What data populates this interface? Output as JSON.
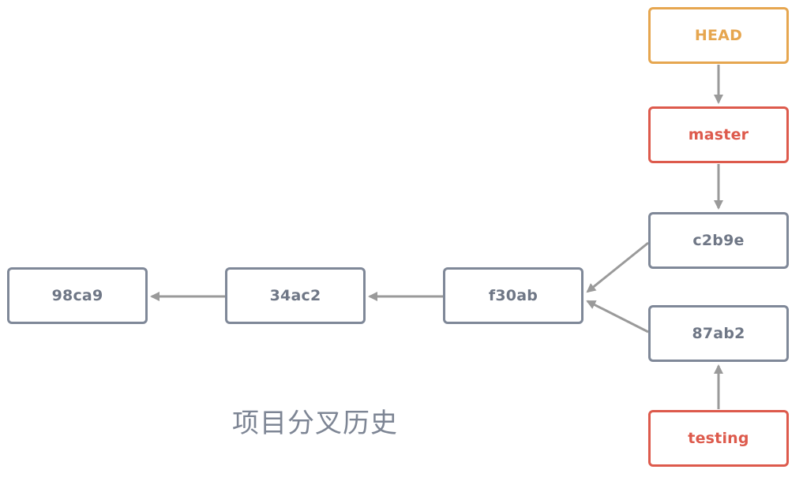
{
  "colors": {
    "commit_border": "#7f8898",
    "commit_text": "#6f7786",
    "head_color": "#e6a64f",
    "branch_color": "#dd5a4c",
    "arrow_color": "#9a9a9a",
    "caption_color": "#7d8594"
  },
  "nodes": {
    "head": "HEAD",
    "master": "master",
    "testing": "testing",
    "commit_c2b9e": "c2b9e",
    "commit_87ab2": "87ab2",
    "commit_f30ab": "f30ab",
    "commit_34ac2": "34ac2",
    "commit_98ca9": "98ca9"
  },
  "edges": [
    {
      "from": "HEAD",
      "to": "master"
    },
    {
      "from": "master",
      "to": "c2b9e"
    },
    {
      "from": "testing",
      "to": "87ab2"
    },
    {
      "from": "c2b9e",
      "to": "f30ab"
    },
    {
      "from": "87ab2",
      "to": "f30ab"
    },
    {
      "from": "f30ab",
      "to": "34ac2"
    },
    {
      "from": "34ac2",
      "to": "98ca9"
    }
  ],
  "caption": "项目分叉历史"
}
